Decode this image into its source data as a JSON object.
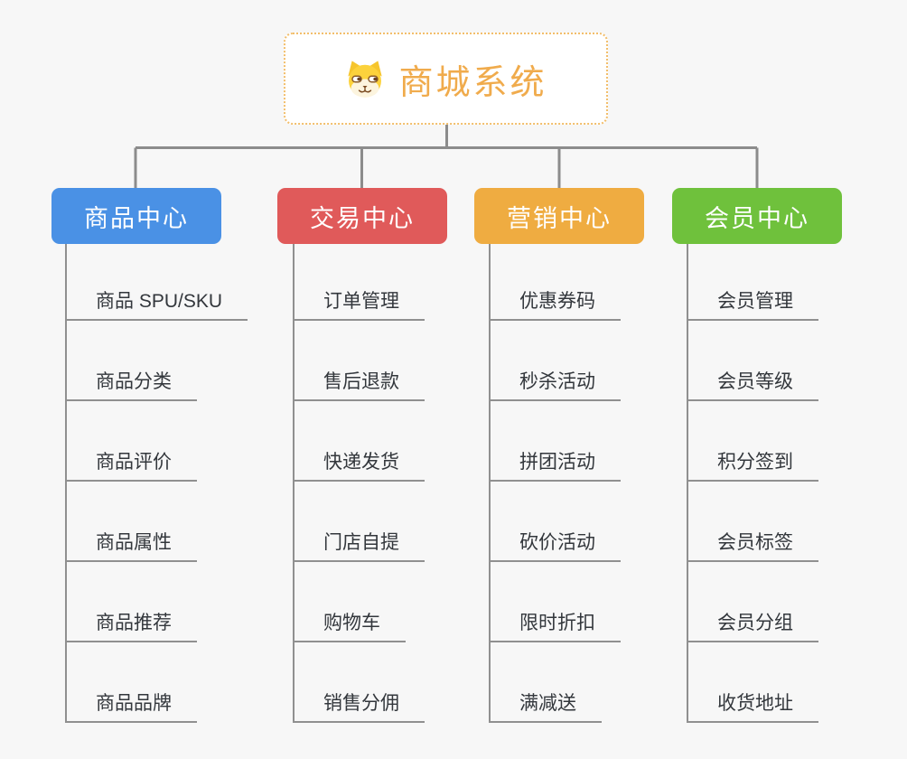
{
  "page": {
    "background_color": "#F7F7F7",
    "connector_color": "#8C8C8C",
    "leaf_text_color": "#33373C"
  },
  "root": {
    "title": "商城系统",
    "icon": "dog-face-icon",
    "title_color": "#F0AB4C",
    "border_color": "#F2BE6B"
  },
  "branches": [
    {
      "label": "商品中心",
      "color": "#4A91E5",
      "items": [
        "商品 SPU/SKU",
        "商品分类",
        "商品评价",
        "商品属性",
        "商品推荐",
        "商品品牌"
      ]
    },
    {
      "label": "交易中心",
      "color": "#E05A5A",
      "items": [
        "订单管理",
        "售后退款",
        "快递发货",
        "门店自提",
        "购物车",
        "销售分佣"
      ]
    },
    {
      "label": "营销中心",
      "color": "#EFAC41",
      "items": [
        "优惠券码",
        "秒杀活动",
        "拼团活动",
        "砍价活动",
        "限时折扣",
        "满减送"
      ]
    },
    {
      "label": "会员中心",
      "color": "#6FC13C",
      "items": [
        "会员管理",
        "会员等级",
        "积分签到",
        "会员标签",
        "会员分组",
        "收货地址"
      ]
    }
  ]
}
